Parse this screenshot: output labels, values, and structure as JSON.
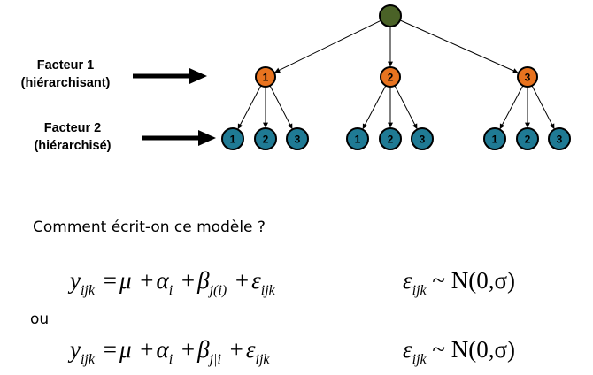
{
  "factors": {
    "f1_line1": "Facteur 1",
    "f1_line2": "(hiérarchisant)",
    "f2_line1": "Facteur 2",
    "f2_line2": "(hiérarchisé)"
  },
  "tree": {
    "root_color": "#4a6227",
    "level1_color": "#e8731f",
    "level2_color": "#1f7a94",
    "level1_labels": [
      "1",
      "2",
      "3"
    ],
    "level2_labels": [
      "1",
      "2",
      "3"
    ]
  },
  "question": "Comment écrit-on ce modèle ?",
  "connector": "ou",
  "equation1": {
    "lhs": "y",
    "lhs_sub": "ijk",
    "mu": "μ",
    "alpha": "α",
    "alpha_sub": "i",
    "beta": "β",
    "beta_sub": "j(i)",
    "eps": "ε",
    "eps_sub": "ijk"
  },
  "equation2": {
    "lhs": "y",
    "lhs_sub": "ijk",
    "mu": "μ",
    "alpha": "α",
    "alpha_sub": "i",
    "beta": "β",
    "beta_sub": "j|i",
    "eps": "ε",
    "eps_sub": "ijk"
  },
  "distribution": {
    "eps": "ε",
    "eps_sub": "ijk",
    "law": "~ N(0,σ)"
  }
}
